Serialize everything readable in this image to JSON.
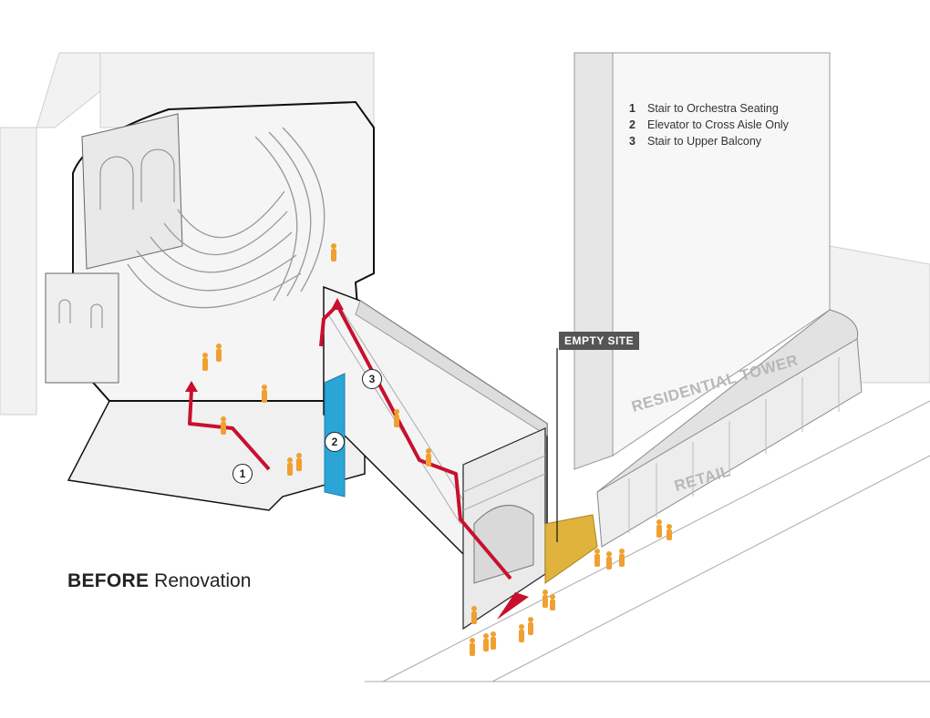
{
  "legend": {
    "items": [
      {
        "num": "1",
        "label": "Stair to Orchestra Seating"
      },
      {
        "num": "2",
        "label": "Elevator to Cross Aisle Only"
      },
      {
        "num": "3",
        "label": "Stair to Upper Balcony"
      }
    ]
  },
  "title": {
    "bold": "BEFORE",
    "rest": "Renovation"
  },
  "labels": {
    "empty_site": "EMPTY SITE",
    "residential_tower": "RESIDENTIAL TOWER",
    "retail": "RETAIL"
  },
  "markers": [
    "1",
    "2",
    "3"
  ],
  "colors": {
    "route": "#c8102e",
    "elevator": "#2aa5d6",
    "empty_site": "#e0b43c",
    "people": "#f0a030",
    "outline": "#111111",
    "building": "#f4f4f4"
  }
}
